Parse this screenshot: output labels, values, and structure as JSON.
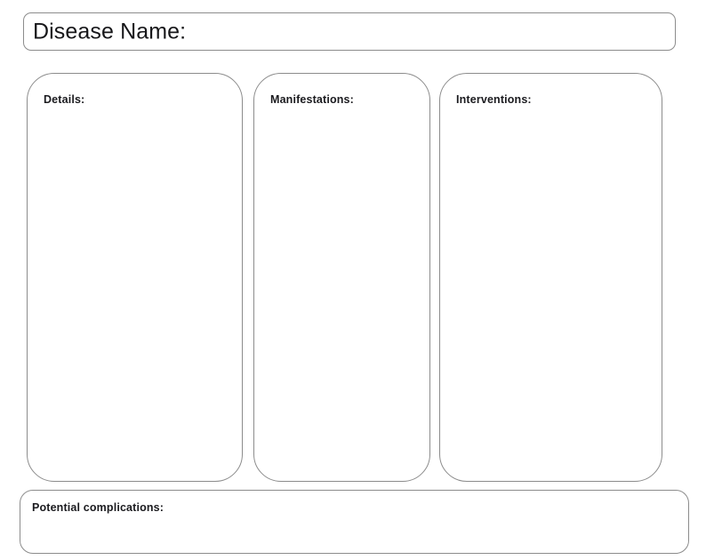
{
  "page": {
    "background_color": "#ffffff",
    "border_color": "#8c8c8c",
    "text_color": "#1b1b1f"
  },
  "title_field": {
    "label": "Disease Name:",
    "value": "",
    "placeholder": ""
  },
  "columns": [
    {
      "name": "details",
      "header": "Details:",
      "value": "",
      "placeholder": ""
    },
    {
      "name": "manifestations",
      "header": "Manifestations:",
      "value": "",
      "placeholder": ""
    },
    {
      "name": "interventions",
      "header": "Interventions:",
      "value": "",
      "placeholder": ""
    }
  ],
  "complications_field": {
    "header": "Potential complications:",
    "value": "",
    "placeholder": ""
  }
}
